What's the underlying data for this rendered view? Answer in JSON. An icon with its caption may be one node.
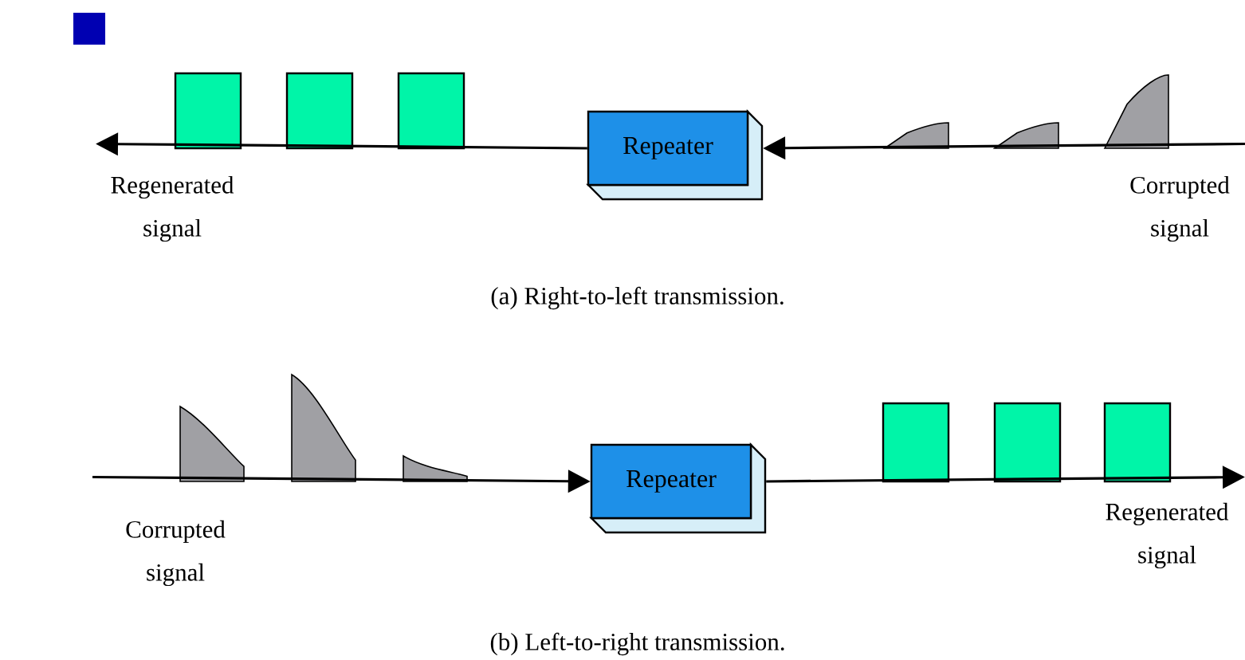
{
  "diagram": {
    "nodes": [
      {
        "text": [
          "Repeater"
        ]
      },
      {
        "text": [
          "Regenerated signal"
        ]
      },
      {
        "text": [
          "Corrupted signal"
        ]
      },
      {
        "text": [
          "Repeater"
        ]
      },
      {
        "text": [
          "Corrupted signal"
        ]
      },
      {
        "text": [
          "Regenerated signal"
        ]
      }
    ],
    "edges": [
      {
        "from": 2,
        "to": 0,
        "arrow": "to"
      },
      {
        "from": 0,
        "to": 1,
        "arrow": "to"
      },
      {
        "from": 4,
        "to": 3,
        "arrow": "to"
      },
      {
        "from": 3,
        "to": 5,
        "arrow": "to"
      }
    ],
    "labels": [
      "(a) Right-to-left transmission.",
      "(b) Left-to-right transmission."
    ]
  }
}
